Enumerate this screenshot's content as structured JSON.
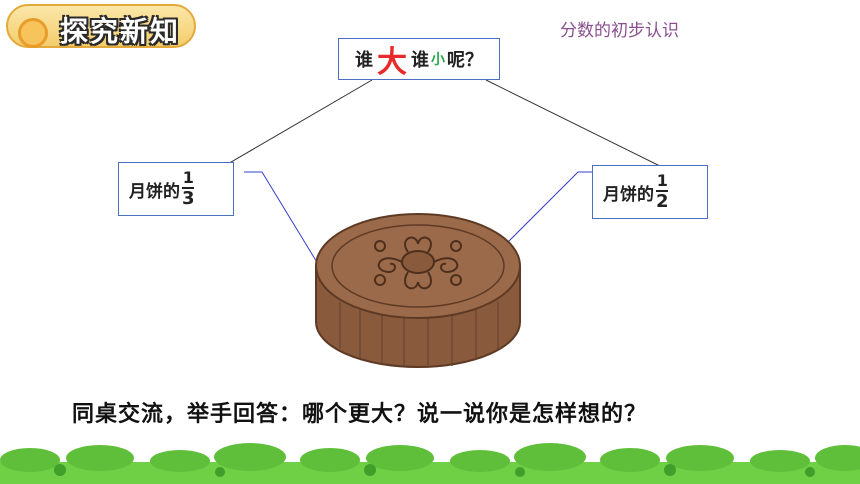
{
  "header": {
    "title": "探究新知"
  },
  "top_right_label": "分数的初步认识",
  "question": {
    "part1": "谁",
    "big": "大",
    "part2": "谁",
    "small": "小",
    "part3": "呢？"
  },
  "labels": {
    "left": {
      "prefix": "月饼的",
      "numerator": "1",
      "denominator": "3"
    },
    "right": {
      "prefix": "月饼的",
      "numerator": "1",
      "denominator": "2"
    }
  },
  "bottom_prompt": "同桌交流，举手回答：哪个更大？说一说你是怎样想的？",
  "colors": {
    "line_connector": "#3340c9",
    "mooncake_side": "#8a5a3c",
    "mooncake_top": "#9b6a4a",
    "grass": "#5fbf3a"
  }
}
